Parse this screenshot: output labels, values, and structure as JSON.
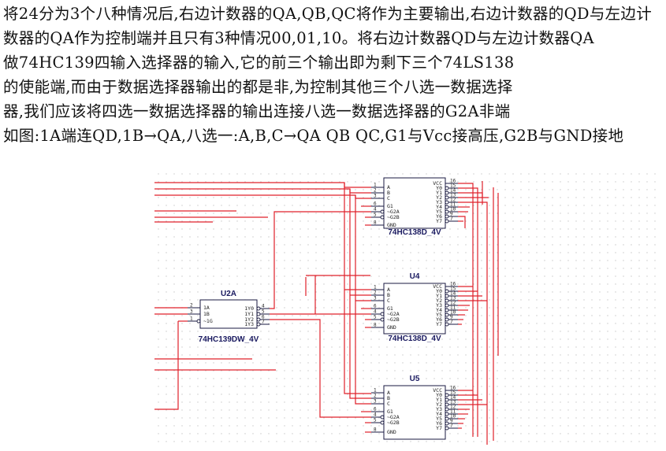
{
  "notes": {
    "lines": [
      "将24分为3个八种情况后,右边计数器的QA,QB,QC将作为主要输出,右边计数器的QD与左边计",
      "数器的QA作为控制端并且只有3种情况00,01,10。将右边计数器QD与左边计数器QA",
      "做74HC139四输入选择器的输入,它的前三个输出即为剩下三个74LS138",
      "的使能端,而由于数据选择器输出的都是非,为控制其他三个八选一数据选择",
      "器,我们应该将四选一数据选择器的输出连接八选一数据选择器的G2A非端",
      "如图:1A端连QD,1B→QA,八选一:A,B,C→QA QB QC,G1与Vcc接高压,G2B与GND接地"
    ]
  },
  "chips": [
    {
      "id": "top138",
      "title": "",
      "part": "74HC138D_4V",
      "left_pins": [
        {
          "num": "1",
          "name": "A"
        },
        {
          "num": "2",
          "name": "B"
        },
        {
          "num": "3",
          "name": "C"
        },
        {
          "num": "6",
          "name": "G1"
        },
        {
          "num": "4",
          "name": "~G2A"
        },
        {
          "num": "5",
          "name": "~G2B"
        },
        {
          "num": "8",
          "name": "GND"
        }
      ],
      "right_pins": [
        {
          "num": "16",
          "name": "VCC"
        },
        {
          "num": "15",
          "name": "Y0"
        },
        {
          "num": "14",
          "name": "Y1"
        },
        {
          "num": "13",
          "name": "Y2"
        },
        {
          "num": "12",
          "name": "Y3"
        },
        {
          "num": "11",
          "name": "Y4"
        },
        {
          "num": "10",
          "name": "Y5"
        },
        {
          "num": "9",
          "name": "Y6"
        },
        {
          "num": "7",
          "name": "Y7"
        }
      ]
    },
    {
      "id": "U4",
      "title": "U4",
      "part": "74HC138D_4V",
      "left_pins": [
        {
          "num": "1",
          "name": "A"
        },
        {
          "num": "2",
          "name": "B"
        },
        {
          "num": "3",
          "name": "C"
        },
        {
          "num": "6",
          "name": "G1"
        },
        {
          "num": "4",
          "name": "~G2A"
        },
        {
          "num": "5",
          "name": "~G2B"
        },
        {
          "num": "8",
          "name": "GND"
        }
      ],
      "right_pins": [
        {
          "num": "16",
          "name": "VCC"
        },
        {
          "num": "15",
          "name": "Y0"
        },
        {
          "num": "14",
          "name": "Y1"
        },
        {
          "num": "13",
          "name": "Y2"
        },
        {
          "num": "12",
          "name": "Y3"
        },
        {
          "num": "11",
          "name": "Y4"
        },
        {
          "num": "10",
          "name": "Y5"
        },
        {
          "num": "9",
          "name": "Y6"
        },
        {
          "num": "7",
          "name": "Y7"
        }
      ]
    },
    {
      "id": "U5",
      "title": "U5",
      "part": "74HC138D_4V",
      "left_pins": [
        {
          "num": "1",
          "name": "A"
        },
        {
          "num": "2",
          "name": "B"
        },
        {
          "num": "3",
          "name": "C"
        },
        {
          "num": "6",
          "name": "G1"
        },
        {
          "num": "4",
          "name": "~G2A"
        },
        {
          "num": "5",
          "name": "~G2B"
        },
        {
          "num": "8",
          "name": "GND"
        }
      ],
      "right_pins": [
        {
          "num": "16",
          "name": "VCC"
        },
        {
          "num": "15",
          "name": "Y0"
        },
        {
          "num": "14",
          "name": "Y1"
        },
        {
          "num": "13",
          "name": "Y2"
        },
        {
          "num": "12",
          "name": "Y3"
        },
        {
          "num": "11",
          "name": "Y4"
        },
        {
          "num": "10",
          "name": "Y5"
        },
        {
          "num": "9",
          "name": "Y6"
        },
        {
          "num": "7",
          "name": "Y7"
        }
      ]
    },
    {
      "id": "U2A",
      "title": "U2A",
      "part": "74HC139DW_4V",
      "left_pins": [
        {
          "num": "2",
          "name": "1A"
        },
        {
          "num": "3",
          "name": "1B"
        },
        {
          "num": "1",
          "name": "~1G"
        }
      ],
      "right_pins": [
        {
          "num": "4",
          "name": "1Y0"
        },
        {
          "num": "5",
          "name": "1Y1"
        },
        {
          "num": "6",
          "name": "1Y2"
        },
        {
          "num": "7",
          "name": "1Y3"
        }
      ]
    }
  ],
  "colors": {
    "wire": "#e0202a",
    "chip_outline": "#1a1a40",
    "grid_dot": "#c8c8c8",
    "text": "#111111"
  }
}
